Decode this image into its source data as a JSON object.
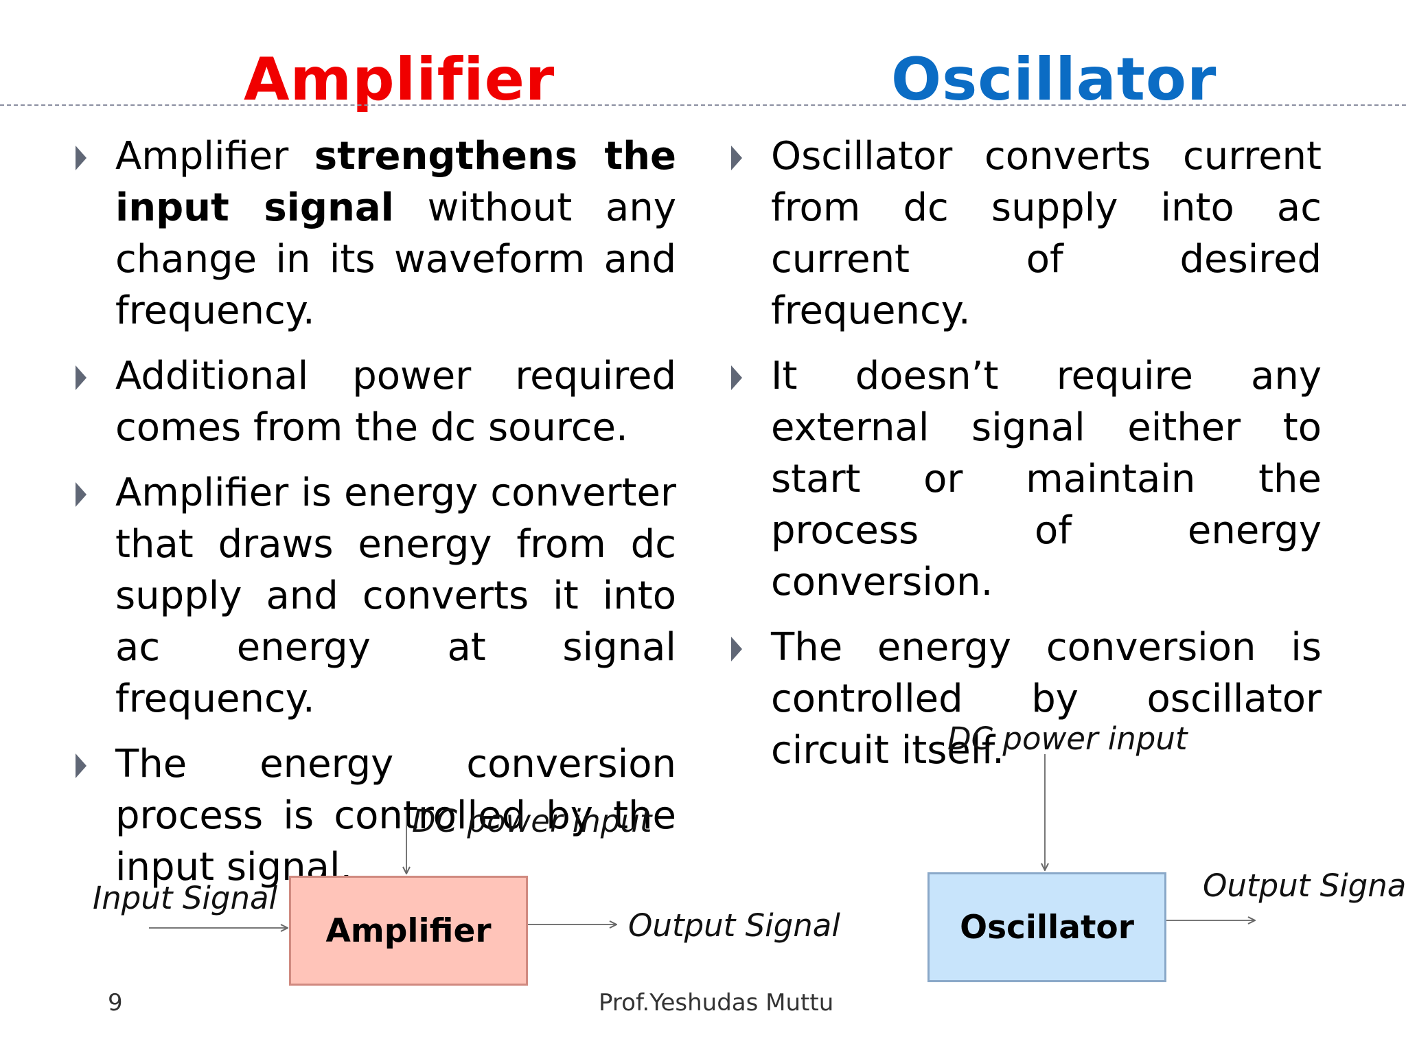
{
  "titles": {
    "left": "Amplifier",
    "right": "Oscillator"
  },
  "amplifier": {
    "b1_pre": "Amplifier ",
    "b1_bold": "strengthens the input signal",
    "b1_post": " without any change in its waveform and frequency.",
    "b2": "Additional power required comes from the dc source.",
    "b3": "Amplifier is energy converter that draws energy from dc supply and converts it into ac energy at signal frequency.",
    "b4": "The energy conversion process is controlled by the input signal."
  },
  "oscillator": {
    "b1": "Oscillator converts current from dc supply into ac current of desired frequency.",
    "b2": "It doesn’t require any external signal either to start or maintain the process of energy conversion.",
    "b3": "The energy conversion is controlled by oscillator circuit itself."
  },
  "amp_diagram": {
    "dc_label": "DC power input",
    "input_label": "Input Signal",
    "box_label": "Amplifier",
    "output_label": "Output Signal"
  },
  "osc_diagram": {
    "dc_label": "DC power input",
    "box_label": "Oscillator",
    "output_label": "Output Signal"
  },
  "footer": {
    "page": "9",
    "author": "Prof.Yeshudas Muttu"
  },
  "colors": {
    "amplifier_title": "#f00000",
    "oscillator_title": "#0b6cc4",
    "amplifier_box": "#ffc4b9",
    "oscillator_box": "#c8e4fb"
  },
  "icons": {
    "bullet": "triangle-right-icon",
    "arrow": "arrow-icon"
  }
}
